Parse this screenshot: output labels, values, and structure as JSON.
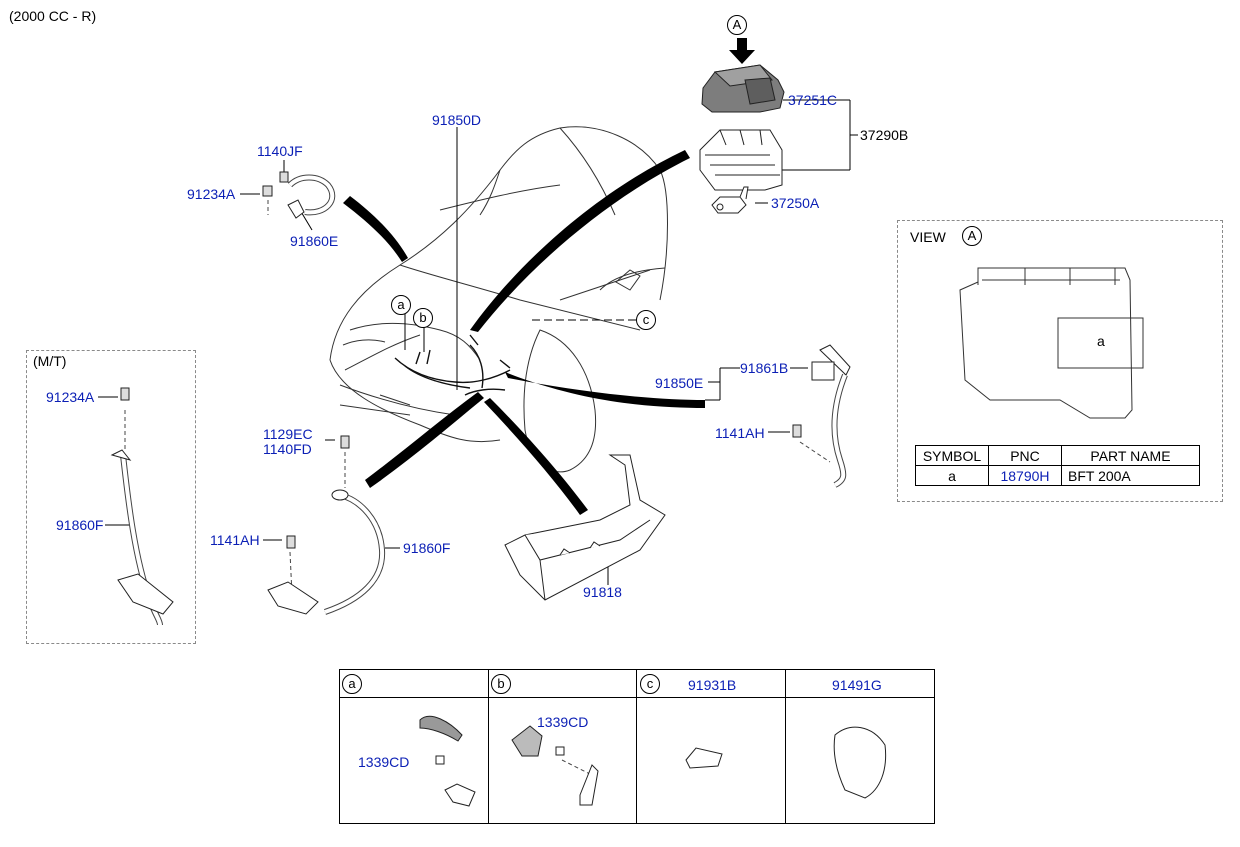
{
  "title": "(2000 CC - R)",
  "view_box": {
    "heading": "VIEW",
    "marker": "A",
    "inner_label": "a",
    "table_headers": [
      "SYMBOL",
      "PNC",
      "PART NAME"
    ],
    "table_row": {
      "symbol": "a",
      "pnc": "18790H",
      "part_name": "BFT 200A"
    }
  },
  "mt_box": {
    "heading": "(M/T)",
    "parts": [
      "91234A",
      "91860F"
    ]
  },
  "callout_markers": {
    "view_arrow": "A",
    "a": "a",
    "b": "b",
    "c": "c"
  },
  "part_labels": {
    "p37251C": "37251C",
    "p37290B": "37290B",
    "p37250A": "37250A",
    "p91850D": "91850D",
    "p1140JF": "1140JF",
    "p91234A": "91234A",
    "p91860E": "91860E",
    "p91861B": "91861B",
    "p91850E": "91850E",
    "p1141AH_right": "1141AH",
    "p1129EC": "1129EC",
    "p1140FD": "1140FD",
    "p1141AH_left": "1141AH",
    "p91860F": "91860F",
    "p91818": "91818"
  },
  "parts_table": {
    "columns": [
      {
        "marker": "a",
        "title": "",
        "part": "1339CD"
      },
      {
        "marker": "b",
        "title": "",
        "part": "1339CD"
      },
      {
        "marker": "c",
        "title": "91931B",
        "part": ""
      },
      {
        "marker": "",
        "title": "91491G",
        "part": ""
      }
    ]
  },
  "colors": {
    "label_blue": "#0b1fb5",
    "line": "#000000",
    "dash": "#8a8a8a"
  }
}
